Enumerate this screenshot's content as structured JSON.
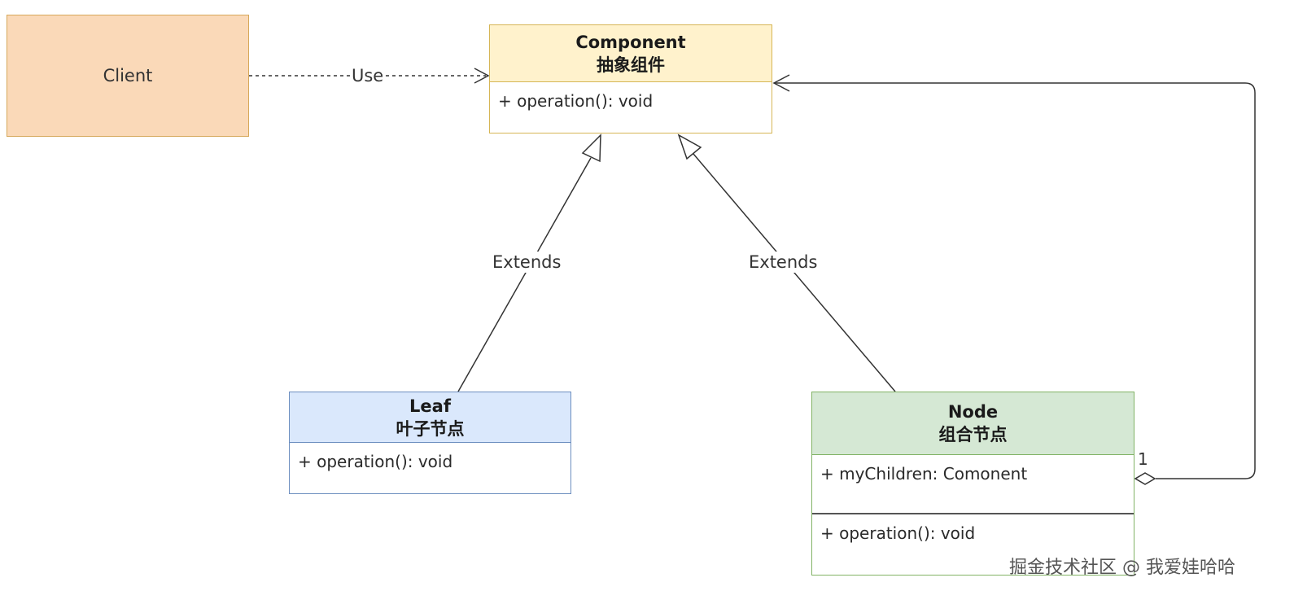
{
  "client": {
    "label": "Client"
  },
  "component": {
    "title": "Component",
    "subtitle": "抽象组件",
    "operation": "+ operation(): void"
  },
  "leaf": {
    "title": "Leaf",
    "subtitle": "叶子节点",
    "operation": "+ operation(): void"
  },
  "node": {
    "title": "Node",
    "subtitle": "组合节点",
    "attribute": "+ myChildren: Comonent",
    "operation": "+ operation(): void"
  },
  "relations": {
    "use_label": "Use",
    "extends_leaf_label": "Extends",
    "extends_node_label": "Extends",
    "aggregation_multiplicity": "1"
  },
  "watermark": "掘金技术社区 @ 我爱娃哈哈",
  "colors": {
    "client_fill": "#fad9b8",
    "component_header": "#fff2cc",
    "leaf_header": "#dae8fc",
    "node_header": "#d5e8d4"
  }
}
